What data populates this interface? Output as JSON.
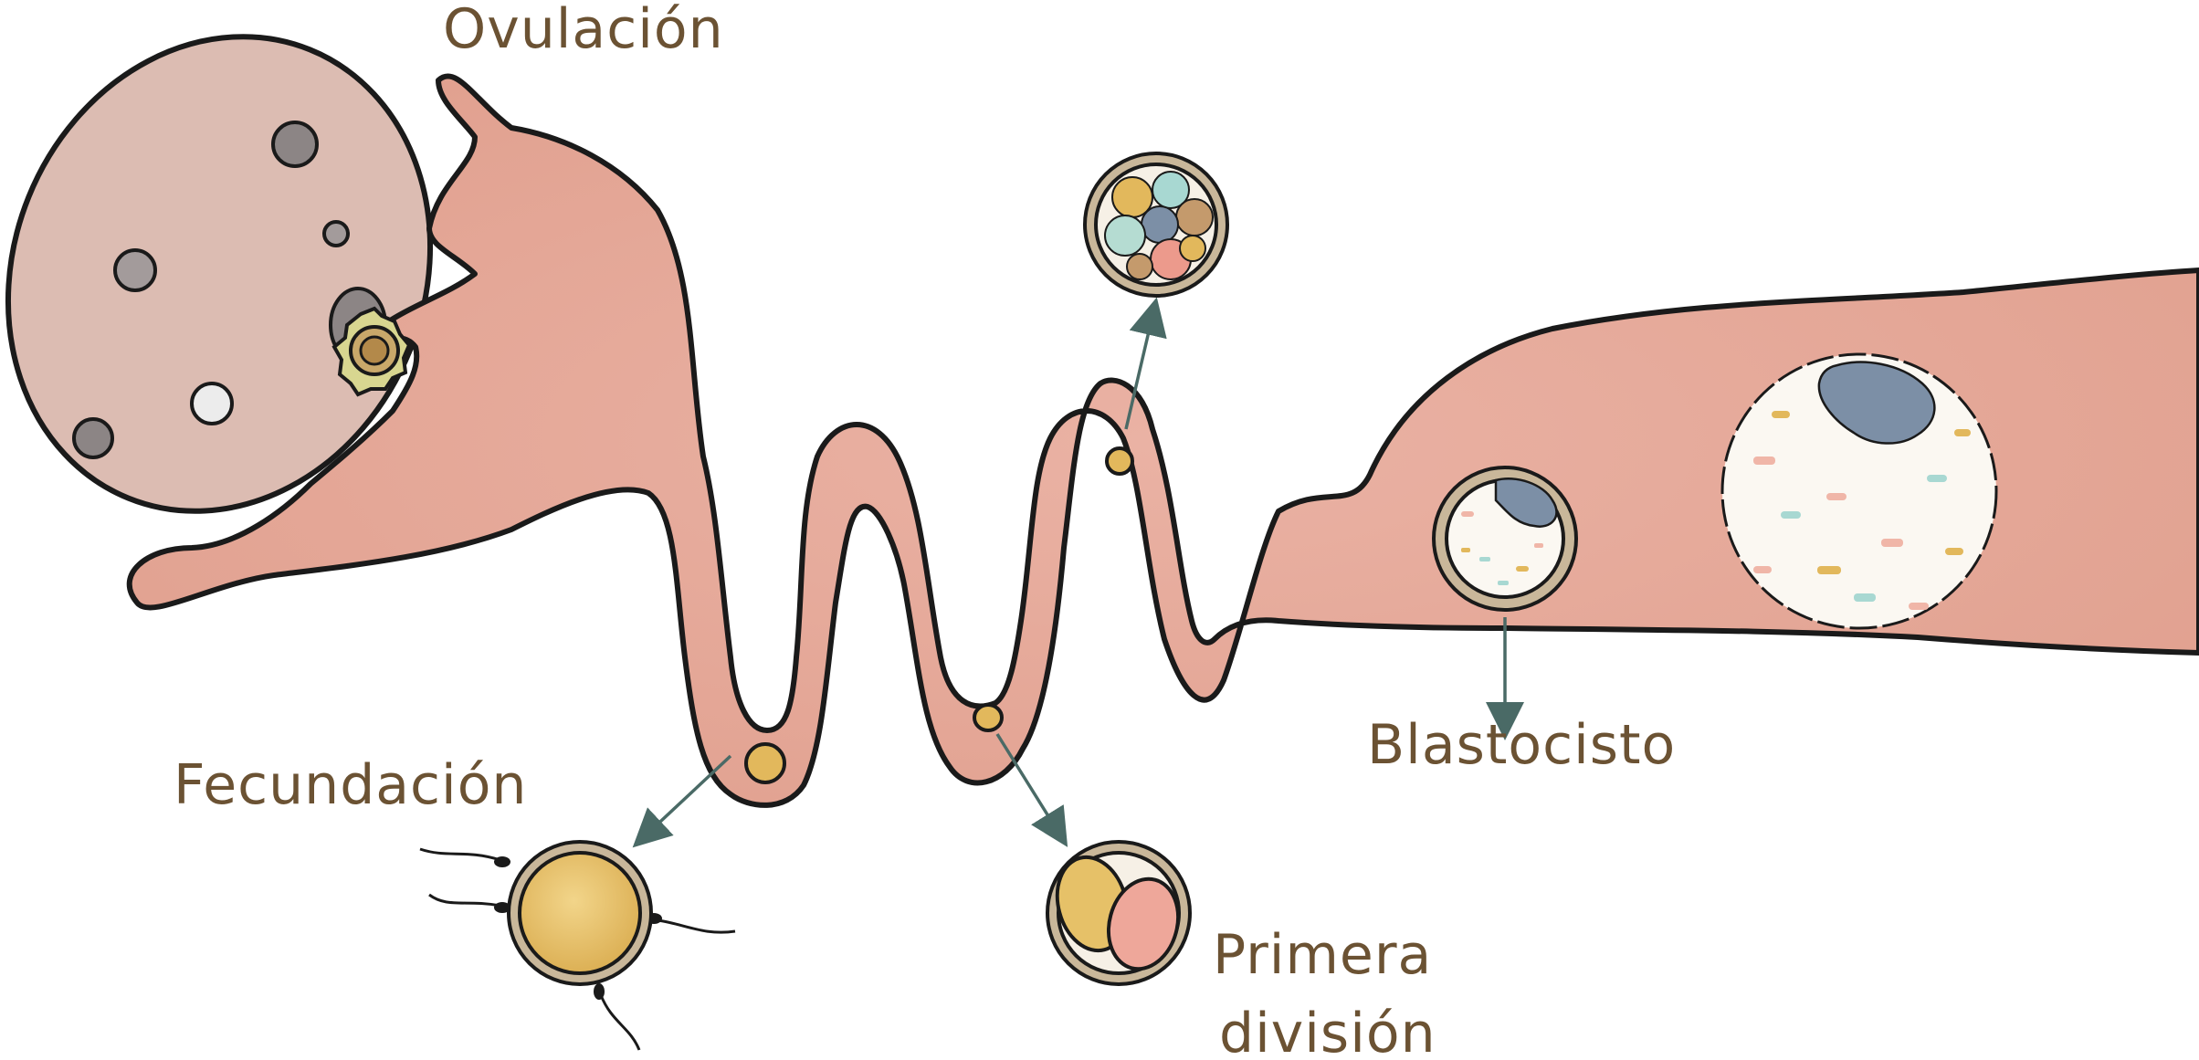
{
  "labels": {
    "ovulation": "Ovulación",
    "fertilization": "Fecundación",
    "first_division_line1": "Primera",
    "first_division_line2": "división",
    "blastocyst": "Blastocisto"
  },
  "colors": {
    "tube_fill": "#e6a89a",
    "ovary_fill": "#dcbcb2",
    "outline": "#1a1a1a",
    "label_text": "#6b5233",
    "arrow": "#4a6a66",
    "egg_yellow": "#e8c16b",
    "zona_ring": "#a08c70",
    "inner_cell_mass": "#7c8fa6"
  }
}
